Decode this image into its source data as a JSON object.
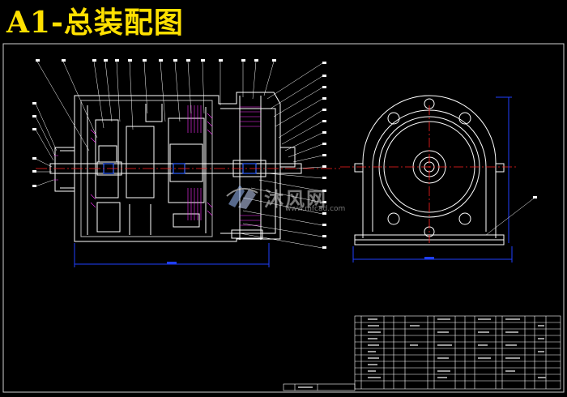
{
  "drawing": {
    "title": "A1-总装配图",
    "watermark_text": "沐风网",
    "watermark_url": "www.mfcad.com"
  },
  "colors": {
    "background": "#000000",
    "title": "#ffe000",
    "geometry": "#ffffff",
    "centerline": "#ff2020",
    "dimension": "#1f3fff",
    "hatch": "#ff30ff",
    "frame": "#ffffff"
  },
  "icons": [
    "watermark-logo-icon"
  ]
}
